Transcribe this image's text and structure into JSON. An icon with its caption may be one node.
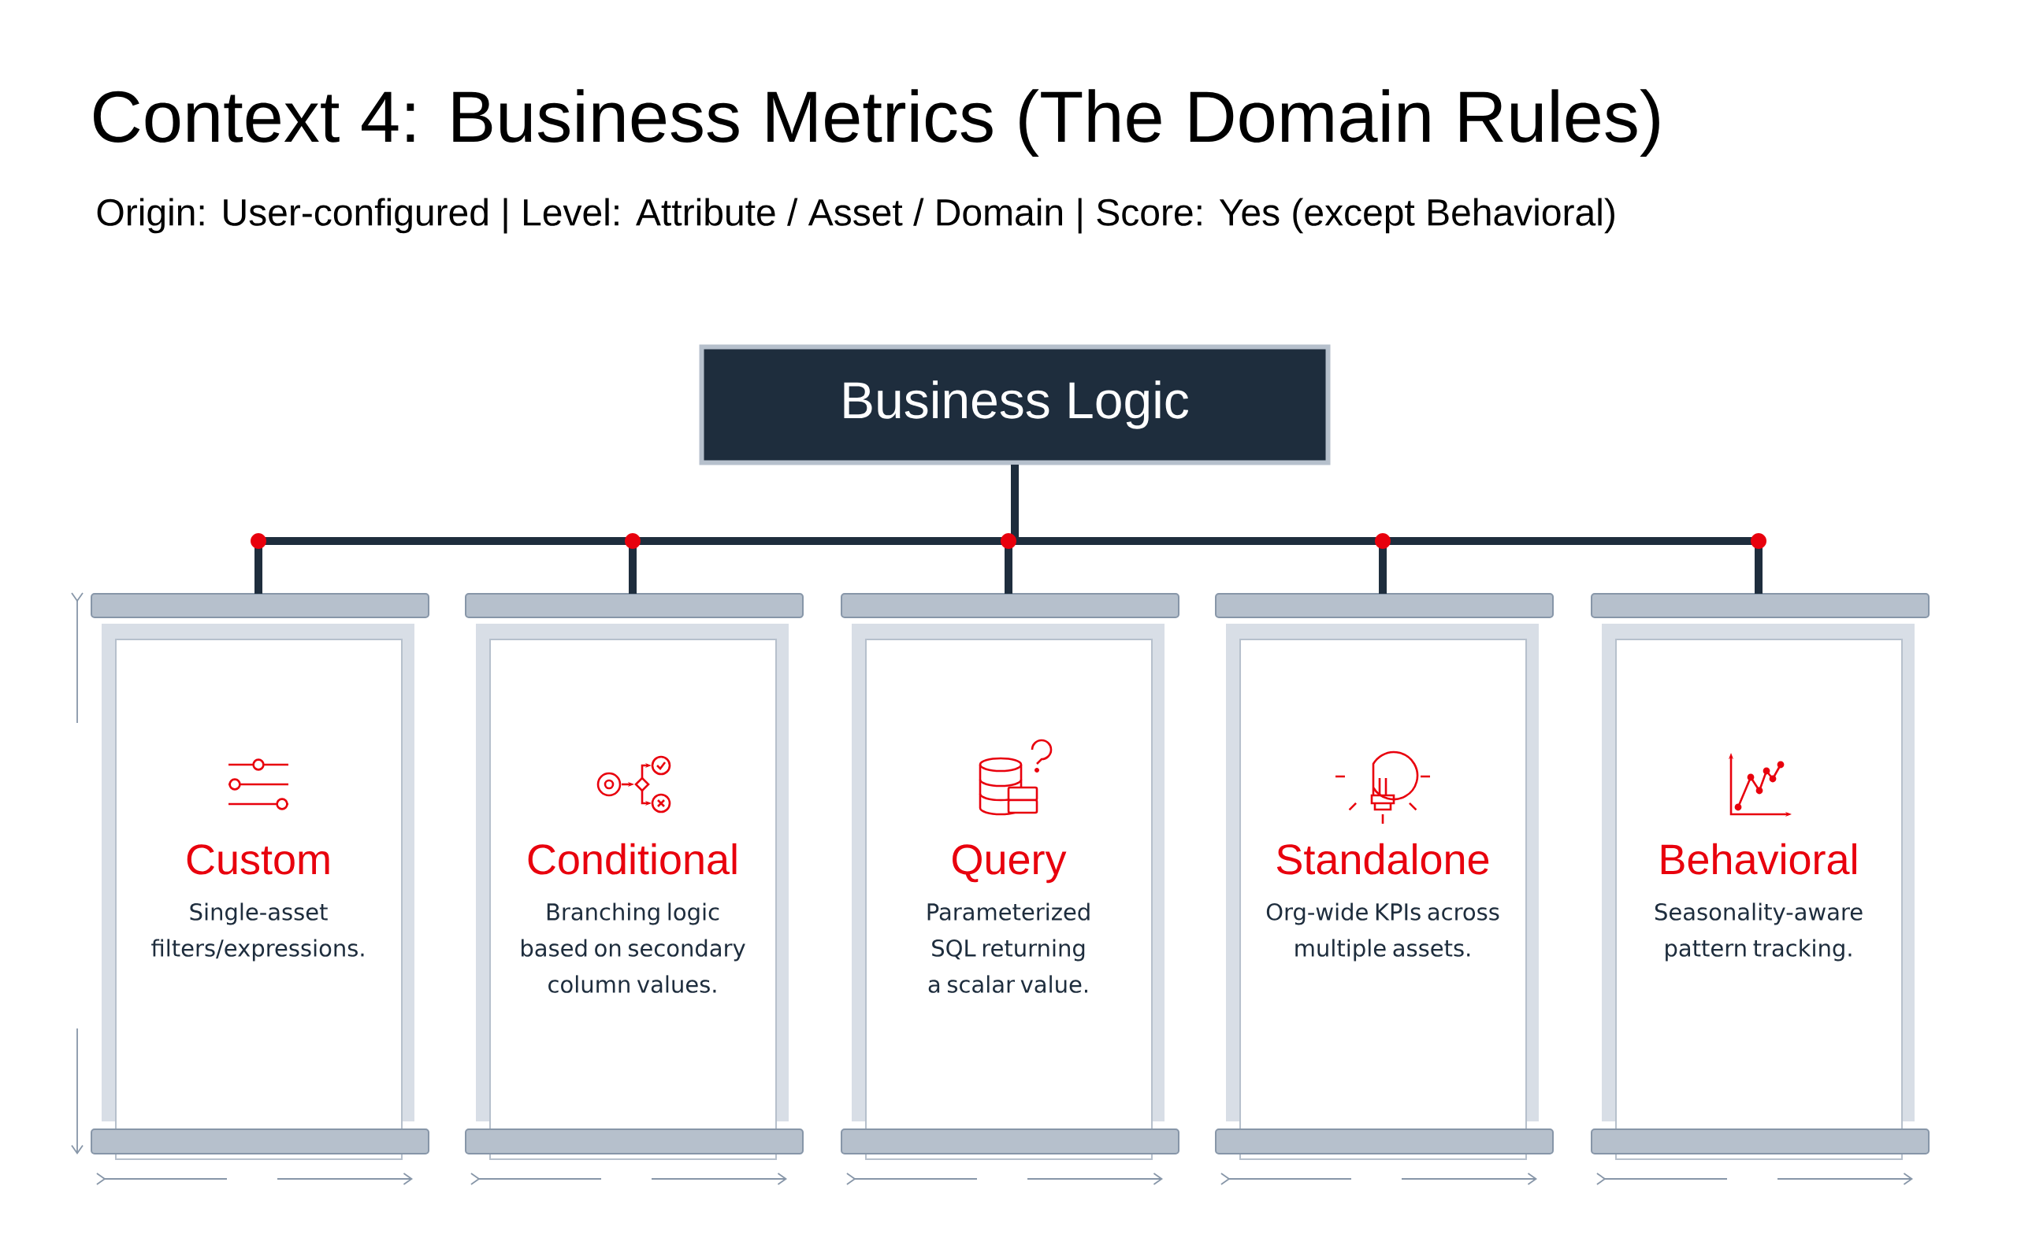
{
  "diagram": {
    "title": "Context 4: Business Metrics (The Domain Rules)",
    "caption": "Origin: User-configured | Level: Attribute / Asset / Domain | Score: Yes (except Behavioral)",
    "nodes": [
      {
        "text": [
          "Business Logic"
        ]
      },
      {
        "text": [
          "Custom",
          "Single-asset filters/expressions."
        ]
      },
      {
        "text": [
          "Conditional",
          "Branching logic based on secondary column values."
        ]
      },
      {
        "text": [
          "Query",
          "Parameterized SQL returning a scalar value."
        ]
      },
      {
        "text": [
          "Standalone",
          "Org-wide KPIs across multiple assets."
        ]
      },
      {
        "text": [
          "Behavioral",
          "Seasonality-aware pattern tracking."
        ]
      }
    ],
    "edges": [
      {
        "from": 0,
        "to": 1,
        "arrow": "none"
      },
      {
        "from": 0,
        "to": 2,
        "arrow": "none"
      },
      {
        "from": 0,
        "to": 3,
        "arrow": "none"
      },
      {
        "from": 0,
        "to": 4,
        "arrow": "none"
      },
      {
        "from": 0,
        "to": 5,
        "arrow": "none"
      }
    ]
  }
}
